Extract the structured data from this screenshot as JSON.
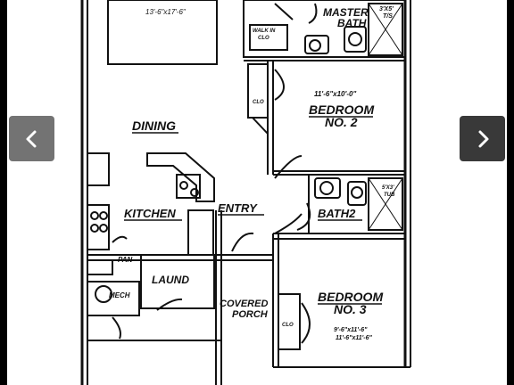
{
  "viewer": {
    "prev_icon": "chevron-left-icon",
    "next_icon": "chevron-right-icon"
  },
  "plan": {
    "top_room_dim": "13'-6\"x17'-6\"",
    "master_bath": "MASTER\nBATH",
    "shower_note": "3'X5'\nT/S",
    "walk_in_clo": "WALK IN\nCLO",
    "clo1": "CLO",
    "bedroom2_dim": "11'-6\"x10'-0\"",
    "bedroom2": "BEDROOM\nNO. 2",
    "dining": "DINING",
    "kitchen": "KITCHEN",
    "entry": "ENTRY",
    "bath2": "BATH2",
    "tub_note": "5'X3'\nTUB",
    "pan": "PAN",
    "laund": "LAUND",
    "mech": "MECH",
    "covered_porch": "COVERED\nPORCH",
    "clo2": "CLO",
    "bedroom3": "BEDROOM\nNO. 3",
    "bedroom3_dim": "9'-6\"x11'-6\"\n11'-6\"x11'-6\""
  },
  "colors": {
    "frame_bg": "#000000",
    "paper": "#ffffff",
    "ink": "#111111",
    "prev_bg": "#5a5a5a",
    "next_bg": "#282828",
    "arrow": "#ffffff"
  }
}
